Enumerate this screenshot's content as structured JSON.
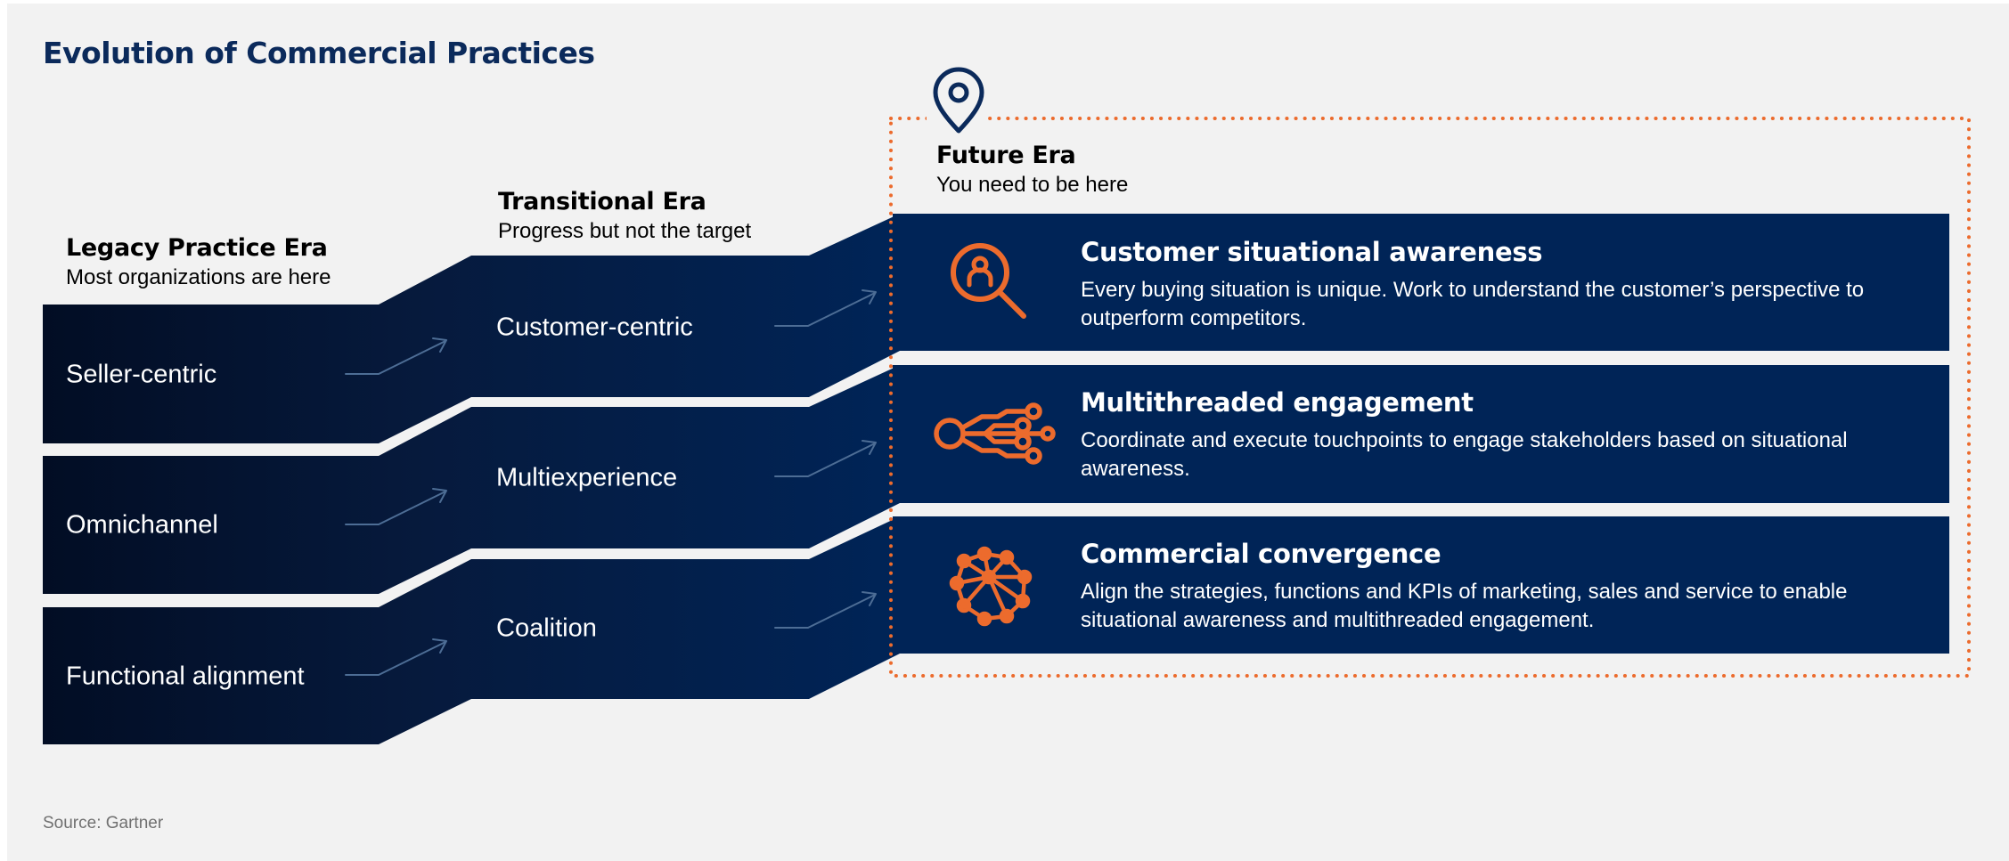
{
  "title": "Evolution of Commercial Practices",
  "colors": {
    "navy": "#002457",
    "dark_navy": "#020d24",
    "accent_orange": "#ec6b2d",
    "arrow": "#4d6d95",
    "title_blue": "#0b2a5b"
  },
  "eras": {
    "legacy": {
      "title": "Legacy Practice Era",
      "subtitle": "Most organizations are here"
    },
    "transitional": {
      "title": "Transitional Era",
      "subtitle": "Progress but not the target"
    },
    "future": {
      "title": "Future Era",
      "subtitle": "You need to be here",
      "icon": "location-pin-icon"
    }
  },
  "rows": [
    {
      "legacy": "Seller-centric",
      "transitional": "Customer-centric"
    },
    {
      "legacy": "Omnichannel",
      "transitional": "Multiexperience"
    },
    {
      "legacy": "Functional alignment",
      "transitional": "Coalition"
    }
  ],
  "future_cards": [
    {
      "title": "Customer situational awareness",
      "description": "Every buying situation is unique. Work to understand the customer’s perspective to outperform competitors.",
      "icon": "magnifier-person-icon"
    },
    {
      "title": "Multithreaded engagement",
      "description": "Coordinate and execute touchpoints to engage stakeholders based on situational awareness.",
      "icon": "circuit-threads-icon"
    },
    {
      "title": "Commercial convergence",
      "description": "Align the strategies, functions and KPIs of marketing, sales and service to enable situational awareness and multithreaded engagement.",
      "icon": "network-mesh-icon"
    }
  ],
  "source": "Source: Gartner"
}
